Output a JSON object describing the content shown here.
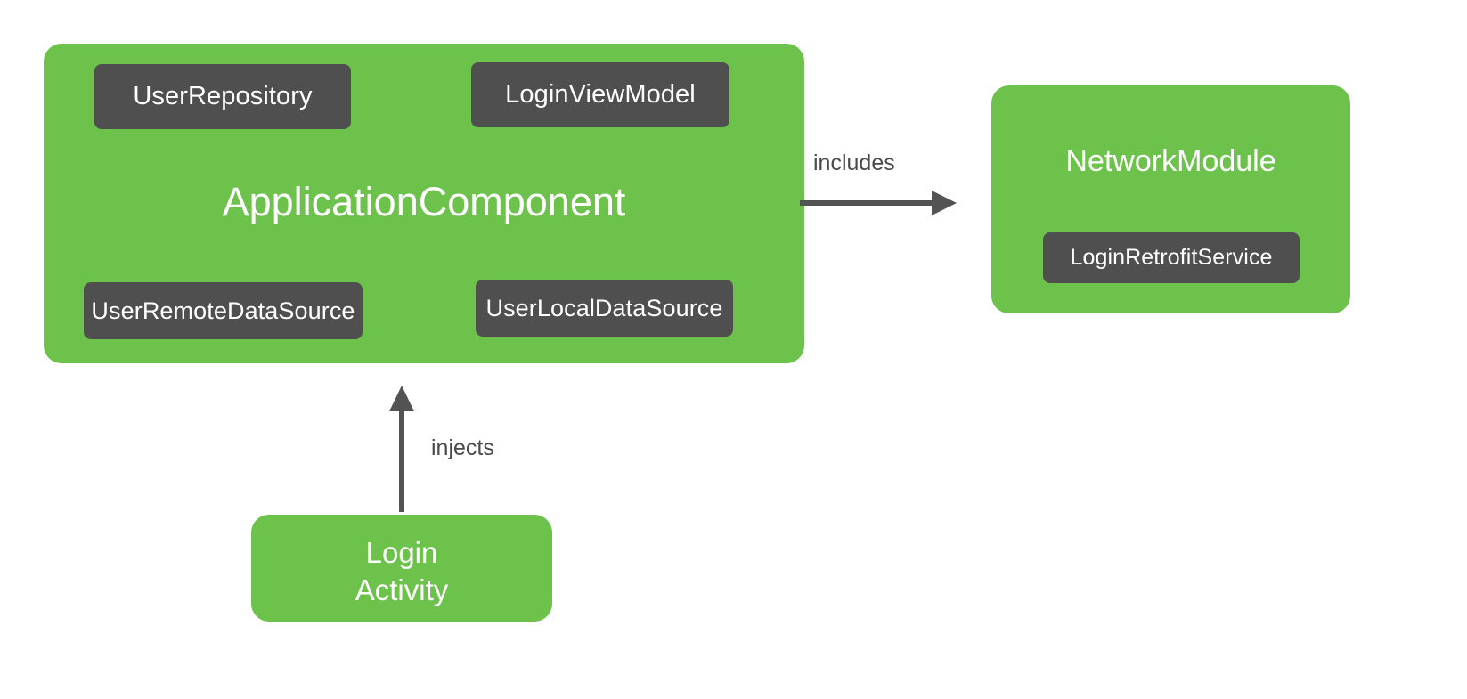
{
  "diagram": {
    "type": "dependency-injection-graph",
    "background_color": "#FFFFFF",
    "palette": {
      "module_green": "#6CC24A",
      "class_chip_dark": "#4F4F4F",
      "chip_text": "#FFFFFF",
      "edge_label_text": "#4A4A4A",
      "arrow_stroke": "#535353"
    }
  },
  "application_component": {
    "title": "ApplicationComponent",
    "chips": [
      {
        "label": "UserRepository"
      },
      {
        "label": "LoginViewModel"
      },
      {
        "label": "UserRemoteDataSource"
      },
      {
        "label": "UserLocalDataSource"
      }
    ]
  },
  "network_module": {
    "title": "NetworkModule",
    "chips": [
      {
        "label": "LoginRetrofitService"
      }
    ]
  },
  "login_activity": {
    "title_line1": "Login",
    "title_line2": "Activity"
  },
  "edges": [
    {
      "label": "includes",
      "from": "ApplicationComponent",
      "to": "NetworkModule",
      "direction": "right"
    },
    {
      "label": "injects",
      "from": "LoginActivity",
      "to": "ApplicationComponent",
      "direction": "up"
    }
  ]
}
